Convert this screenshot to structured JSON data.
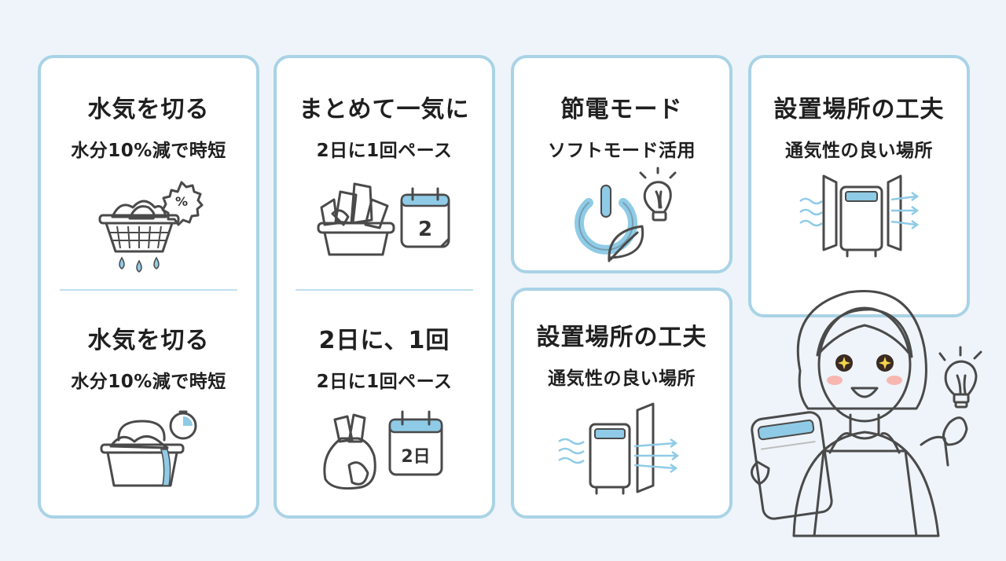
{
  "colors": {
    "background": "#eef4f9",
    "card_border": "#a9d3e6",
    "accent_blue": "#8fcbe6",
    "line_gray": "#4a4a4a"
  },
  "cards": [
    {
      "top": {
        "title": "水気を切る",
        "subtitle": "水分10%減で時短",
        "icon": "laundry-basket-dripping-icon",
        "badge": "%"
      },
      "bottom": {
        "title": "水気を切る",
        "subtitle": "水分10%減で時短",
        "icon": "laundry-basket-timer-icon"
      }
    },
    {
      "top": {
        "title": "まとめて一気に",
        "subtitle": "2日に1回ペース",
        "icon": "laundry-tub-calendar-icon",
        "calendar_text": "2"
      },
      "bottom": {
        "title": "2日に、1回",
        "subtitle": "2日に1回ペース",
        "icon": "laundry-bag-calendar-icon",
        "calendar_text": "2日"
      }
    },
    {
      "top": {
        "title": "節電モード",
        "subtitle": "ソフトモード活用",
        "icon": "power-leaf-bulb-icon"
      },
      "bottom": {
        "title": "設置場所の工夫",
        "subtitle": "通気性の良い場所",
        "icon": "dryer-airflow-icon"
      }
    },
    {
      "top": {
        "title": "設置場所の工夫",
        "subtitle": "通気性の良い場所",
        "icon": "dryer-ventilation-icon"
      }
    }
  ],
  "character": {
    "icon": "woman-holding-dryer-icon",
    "bulb_icon": "lightbulb-idea-icon"
  }
}
